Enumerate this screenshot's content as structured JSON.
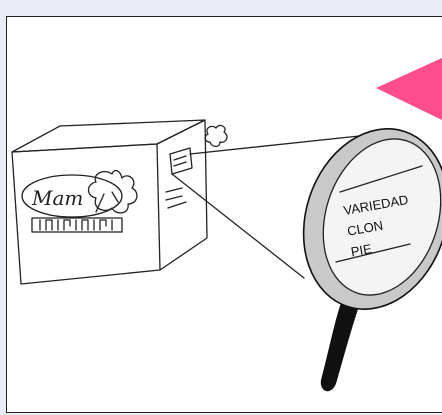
{
  "illustration": {
    "label_lines": [
      "VARIEDAD",
      "CLON",
      "PIE"
    ],
    "box_logo_text": "Mam",
    "accent_color": "#ff4d8d",
    "icons": [
      "grape-leaf-icon",
      "magnifying-glass-icon",
      "arrow-pointer-icon"
    ]
  }
}
